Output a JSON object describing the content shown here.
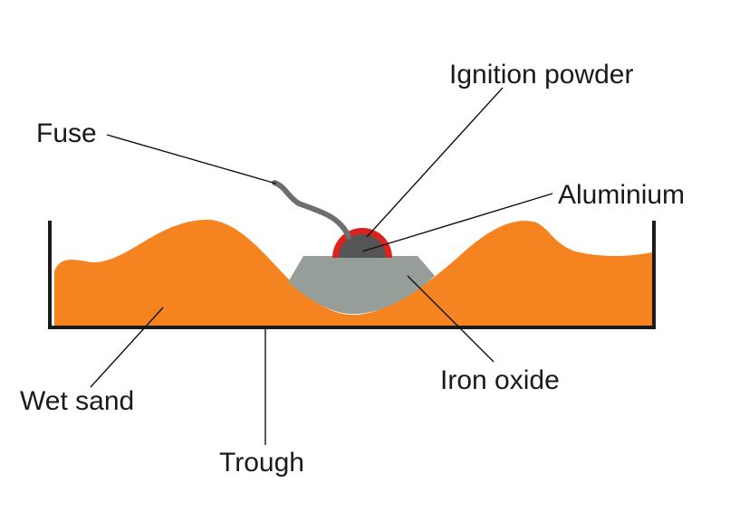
{
  "labels": {
    "fuse": "Fuse",
    "ignition_powder": "Ignition powder",
    "aluminium": "Aluminium",
    "iron_oxide": "Iron oxide",
    "wet_sand": "Wet sand",
    "trough": "Trough"
  },
  "colors": {
    "sand": "#f5831f",
    "iron_oxide": "#969e9a",
    "aluminium": "#555555",
    "ignition_powder": "#d9231f",
    "fuse": "#6e6e6e",
    "trough": "#1a1a1a"
  }
}
